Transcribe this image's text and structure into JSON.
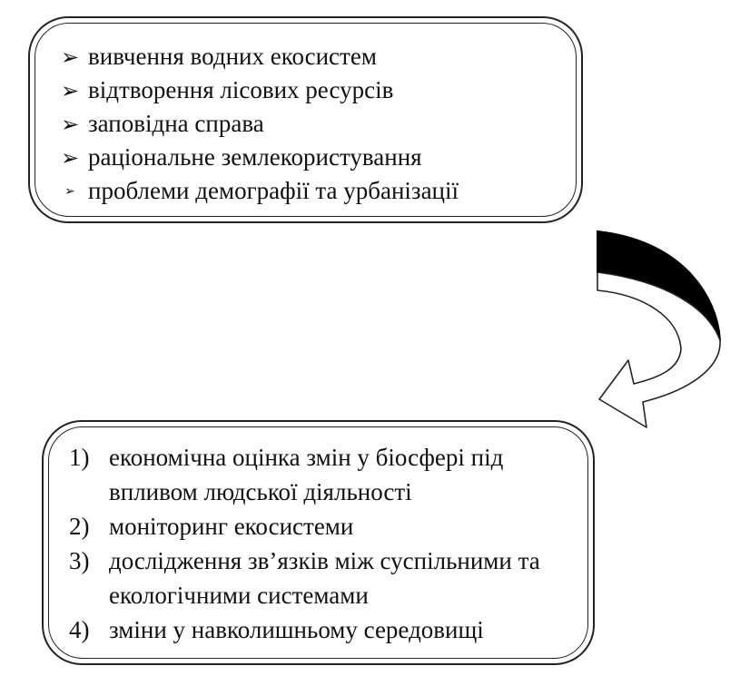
{
  "top_box": {
    "items": [
      {
        "bullet": "➢",
        "text": "вивчення водних екосистем"
      },
      {
        "bullet": "➢",
        "text": "відтворення лісових ресурсів"
      },
      {
        "bullet": "➢",
        "text": "заповідна справа"
      },
      {
        "bullet": "➢",
        "text": "раціональне землекористування"
      },
      {
        "bullet": "➢",
        "text": "проблеми демографії та урбанізації"
      }
    ]
  },
  "bottom_box": {
    "items": [
      {
        "number": "1)",
        "text": "економічна оцінка змін у біосфері під впливом людської діяльності"
      },
      {
        "number": "2)",
        "text": "моніторинг екосистеми"
      },
      {
        "number": "3)",
        "text": "дослідження зв’язків між суспільними та екологічними системами"
      },
      {
        "number": "4)",
        "text": "зміни у навколишньому середовищі"
      }
    ]
  },
  "colors": {
    "stroke": "#222222",
    "arrow_fill": "#000000",
    "background": "#ffffff"
  }
}
